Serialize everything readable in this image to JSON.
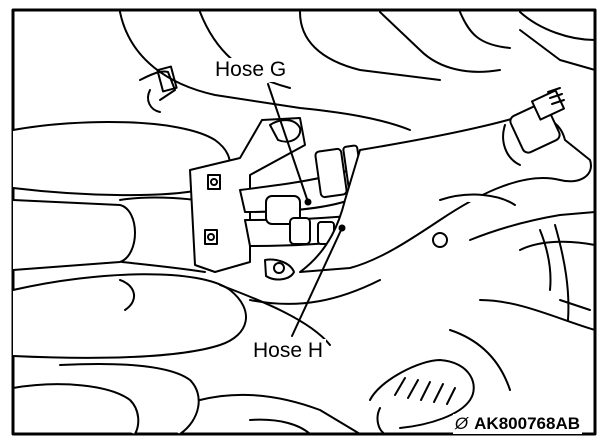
{
  "labels": {
    "hose_g": "Hose G",
    "hose_h": "Hose H"
  },
  "figure_id": "AK800768AB",
  "id_mark": "Ø"
}
